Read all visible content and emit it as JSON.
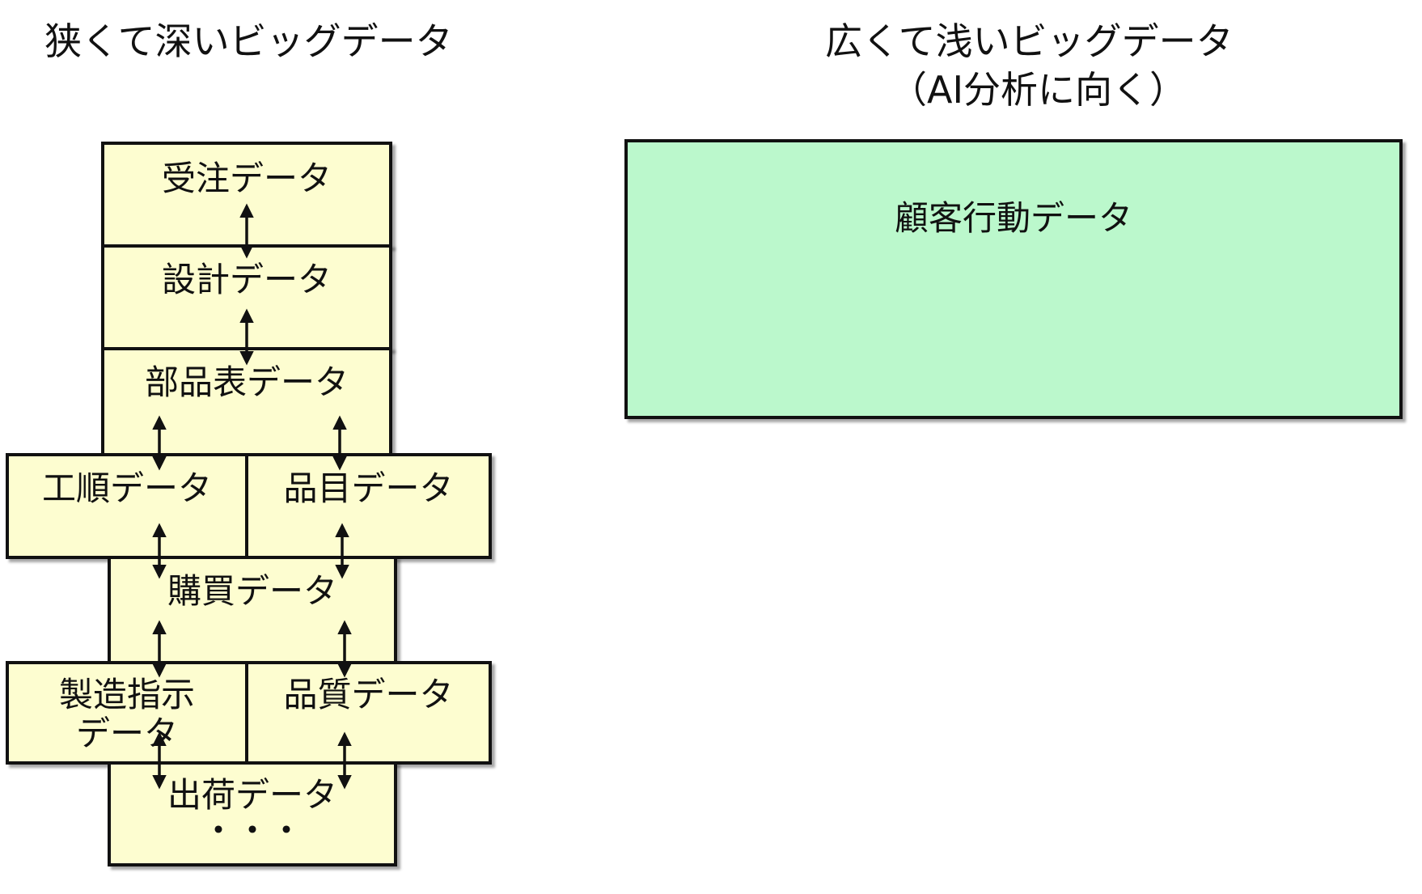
{
  "left_title": "狭くて深いビッグデータ",
  "right_title_line1": "広くて浅いビッグデータ",
  "right_title_line2": "（AI分析に向く）",
  "boxes": {
    "order": "受注データ",
    "design": "設計データ",
    "bom": "部品表データ",
    "routing": "工順データ",
    "item": "品目データ",
    "purchase": "購買データ",
    "mfg_instruction_1": "製造指示",
    "mfg_instruction_2": "データ",
    "quality": "品質データ",
    "shipping": "出荷データ",
    "ellipsis": "・・・"
  },
  "right_box": "顧客行動データ"
}
